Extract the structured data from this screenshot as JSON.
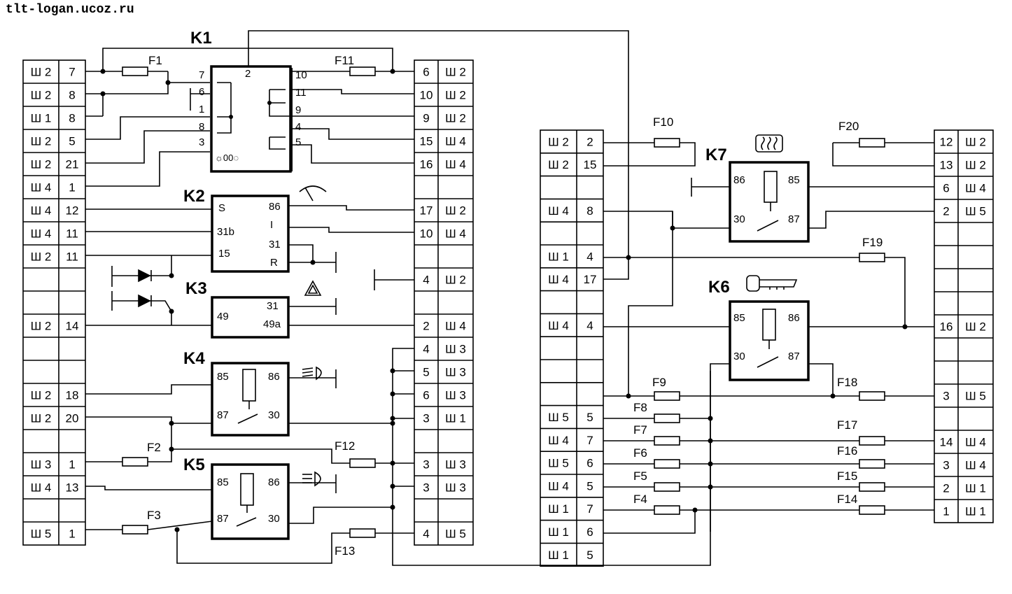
{
  "watermark": "tlt-logan.ucoz.ru",
  "colors": {
    "ink": "#000000",
    "paper": "#ffffff"
  },
  "left_terminal": [
    {
      "conn": "Ш 2",
      "pin": "7"
    },
    {
      "conn": "Ш 2",
      "pin": "8"
    },
    {
      "conn": "Ш 1",
      "pin": "8"
    },
    {
      "conn": "Ш 2",
      "pin": "5"
    },
    {
      "conn": "Ш 2",
      "pin": "21"
    },
    {
      "conn": "Ш 4",
      "pin": "1"
    },
    {
      "conn": "Ш 4",
      "pin": "12"
    },
    {
      "conn": "Ш 4",
      "pin": "11"
    },
    {
      "conn": "Ш 2",
      "pin": "11"
    },
    {
      "conn": "",
      "pin": ""
    },
    {
      "conn": "",
      "pin": ""
    },
    {
      "conn": "Ш 2",
      "pin": "14"
    },
    {
      "conn": "",
      "pin": ""
    },
    {
      "conn": "",
      "pin": ""
    },
    {
      "conn": "Ш 2",
      "pin": "18"
    },
    {
      "conn": "Ш 2",
      "pin": "20"
    },
    {
      "conn": "",
      "pin": ""
    },
    {
      "conn": "Ш 3",
      "pin": "1"
    },
    {
      "conn": "Ш 4",
      "pin": "13"
    },
    {
      "conn": "",
      "pin": ""
    },
    {
      "conn": "Ш 5",
      "pin": "1"
    }
  ],
  "mid_terminal": [
    {
      "pin": "6",
      "conn": "Ш 2"
    },
    {
      "pin": "10",
      "conn": "Ш 2"
    },
    {
      "pin": "9",
      "conn": "Ш 2"
    },
    {
      "pin": "15",
      "conn": "Ш 4"
    },
    {
      "pin": "16",
      "conn": "Ш 4"
    },
    {
      "pin": "",
      "conn": ""
    },
    {
      "pin": "17",
      "conn": "Ш 2"
    },
    {
      "pin": "10",
      "conn": "Ш 4"
    },
    {
      "pin": "",
      "conn": ""
    },
    {
      "pin": "4",
      "conn": "Ш 2"
    },
    {
      "pin": "",
      "conn": ""
    },
    {
      "pin": "2",
      "conn": "Ш 4"
    },
    {
      "pin": "4",
      "conn": "Ш 3"
    },
    {
      "pin": "5",
      "conn": "Ш 3"
    },
    {
      "pin": "6",
      "conn": "Ш 3"
    },
    {
      "pin": "3",
      "conn": "Ш 1"
    },
    {
      "pin": "",
      "conn": ""
    },
    {
      "pin": "3",
      "conn": "Ш 3"
    },
    {
      "pin": "3",
      "conn": "Ш 3"
    },
    {
      "pin": "",
      "conn": ""
    },
    {
      "pin": "4",
      "conn": "Ш 5"
    }
  ],
  "center_terminal": [
    {
      "conn": "Ш 2",
      "pin": "2"
    },
    {
      "conn": "Ш 2",
      "pin": "15"
    },
    {
      "conn": "",
      "pin": ""
    },
    {
      "conn": "Ш 4",
      "pin": "8"
    },
    {
      "conn": "",
      "pin": ""
    },
    {
      "conn": "Ш 1",
      "pin": "4"
    },
    {
      "conn": "Ш 4",
      "pin": "17"
    },
    {
      "conn": "",
      "pin": ""
    },
    {
      "conn": "Ш 4",
      "pin": "4"
    },
    {
      "conn": "",
      "pin": ""
    },
    {
      "conn": "",
      "pin": ""
    },
    {
      "conn": "",
      "pin": ""
    },
    {
      "conn": "Ш 5",
      "pin": "5"
    },
    {
      "conn": "Ш 4",
      "pin": "7"
    },
    {
      "conn": "Ш 5",
      "pin": "6"
    },
    {
      "conn": "Ш 4",
      "pin": "5"
    },
    {
      "conn": "Ш 1",
      "pin": "7"
    },
    {
      "conn": "Ш 1",
      "pin": "6"
    },
    {
      "conn": "Ш 1",
      "pin": "5"
    }
  ],
  "right_terminal": [
    {
      "pin": "12",
      "conn": "Ш 2"
    },
    {
      "pin": "13",
      "conn": "Ш 2"
    },
    {
      "pin": "6",
      "conn": "Ш 4"
    },
    {
      "pin": "2",
      "conn": "Ш 5"
    },
    {
      "pin": "",
      "conn": ""
    },
    {
      "pin": "",
      "conn": ""
    },
    {
      "pin": "",
      "conn": ""
    },
    {
      "pin": "",
      "conn": ""
    },
    {
      "pin": "16",
      "conn": "Ш 2"
    },
    {
      "pin": "",
      "conn": ""
    },
    {
      "pin": "",
      "conn": ""
    },
    {
      "pin": "3",
      "conn": "Ш 5"
    },
    {
      "pin": "",
      "conn": ""
    },
    {
      "pin": "14",
      "conn": "Ш 4"
    },
    {
      "pin": "3",
      "conn": "Ш 4"
    },
    {
      "pin": "2",
      "conn": "Ш 1"
    },
    {
      "pin": "1",
      "conn": "Ш 1"
    }
  ],
  "relays": {
    "k1": {
      "label": "K1",
      "pins": {
        "p2": "2",
        "p7": "7",
        "p6": "6",
        "p1": "1",
        "p8": "8",
        "p3": "3",
        "p10": "10",
        "p11": "11",
        "p9": "9",
        "p4": "4",
        "p5": "5"
      }
    },
    "k2": {
      "label": "K2",
      "pins": {
        "s": "S",
        "p31b": "31b",
        "p15": "15",
        "p86": "86",
        "i": "I",
        "p31": "31",
        "r": "R"
      }
    },
    "k3": {
      "label": "K3",
      "pins": {
        "p49": "49",
        "p31": "31",
        "p49a": "49a"
      }
    },
    "k4": {
      "label": "K4",
      "pins": {
        "p85": "85",
        "p86": "86",
        "p87": "87",
        "p30": "30"
      }
    },
    "k5": {
      "label": "K5",
      "pins": {
        "p85": "85",
        "p86": "86",
        "p87": "87",
        "p30": "30"
      }
    },
    "k6": {
      "label": "K6",
      "pins": {
        "p85": "85",
        "p86": "86",
        "p30": "30",
        "p87": "87"
      }
    },
    "k7": {
      "label": "K7",
      "pins": {
        "p86": "86",
        "p85": "85",
        "p30": "30",
        "p87": "87"
      }
    }
  },
  "fuses": {
    "f1": "F1",
    "f2": "F2",
    "f3": "F3",
    "f4": "F4",
    "f5": "F5",
    "f6": "F6",
    "f7": "F7",
    "f8": "F8",
    "f9": "F9",
    "f10": "F10",
    "f11": "F11",
    "f12": "F12",
    "f13": "F13",
    "f14": "F14",
    "f15": "F15",
    "f16": "F16",
    "f17": "F17",
    "f18": "F18",
    "f19": "F19",
    "f20": "F20"
  },
  "icons": [
    "wiper-icon",
    "hazard-triangle-icon",
    "low-beam-icon",
    "high-beam-icon",
    "rear-defrost-icon",
    "ignition-key-icon",
    "diode-icon",
    "ground-icon"
  ]
}
